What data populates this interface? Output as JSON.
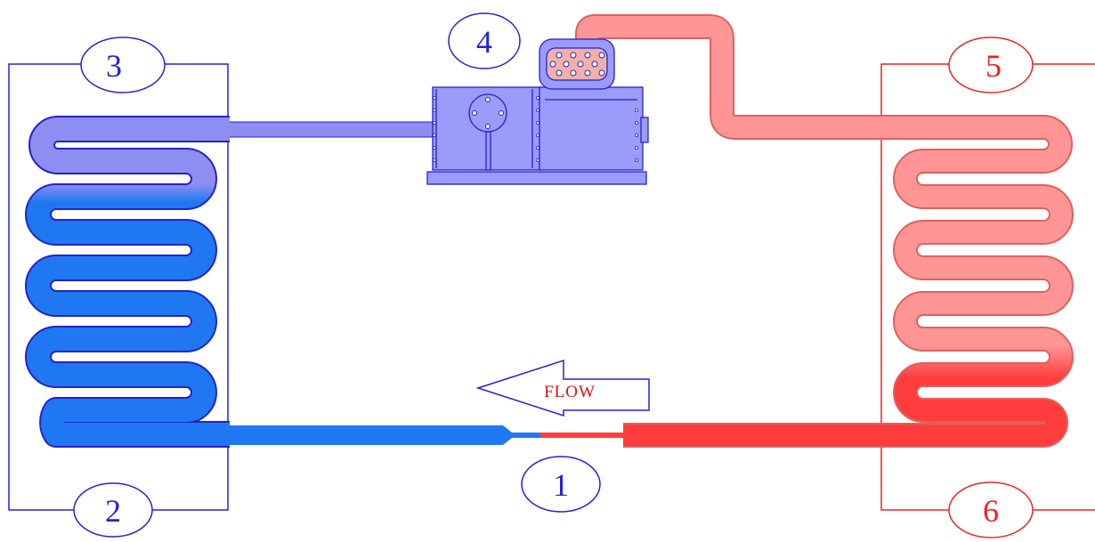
{
  "labels": {
    "one": "1",
    "two": "2",
    "three": "3",
    "four": "4",
    "five": "5",
    "six": "6",
    "flow": "FLOW"
  },
  "colors": {
    "blue_outline": "#2222dd",
    "red_outline": "#ee2222",
    "cold_liquid": "#1f78f2",
    "cold_vapor": "#8e8ef2",
    "hot_vapor": "#ff9595",
    "hot_liquid": "#ff3d3d",
    "compressor_body": "#9b9bfb",
    "compressor_line": "#2222cc",
    "flow_text": "#dd1111"
  },
  "icons": {
    "compressor": "compressor-icon",
    "flow_arrow": "flow-arrow-icon"
  }
}
